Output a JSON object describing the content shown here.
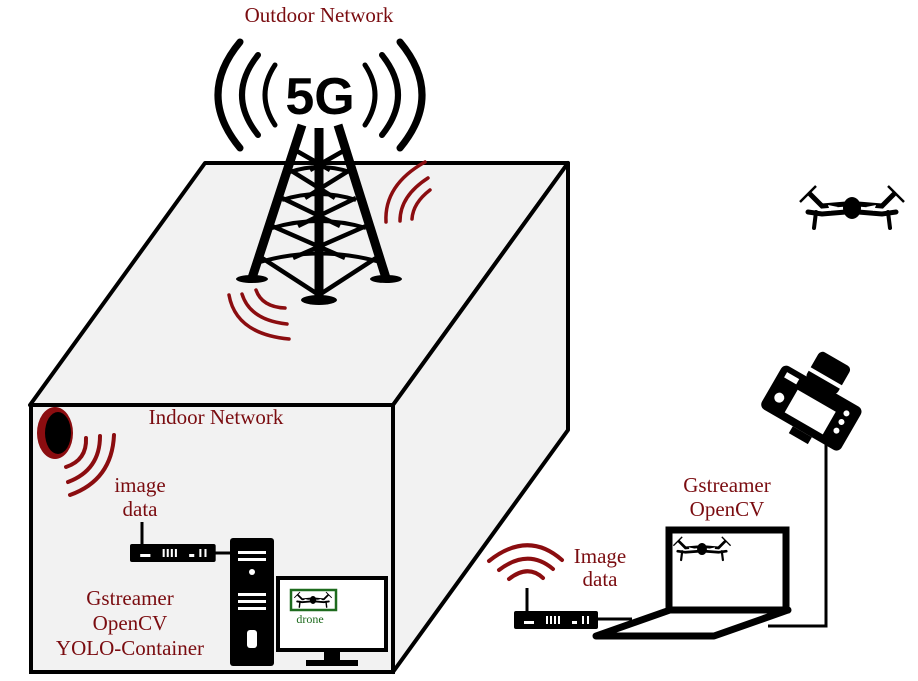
{
  "diagram": {
    "title": "5G outdoor / indoor drone detection network",
    "colors": {
      "label": "#7a0c10",
      "wave": "#8b0d10",
      "box_fill": "#f2f2f2",
      "outline": "#000000",
      "detection_box": "#1e6b1e"
    },
    "outdoor": {
      "label": "Outdoor Network",
      "tower_badge": "5G",
      "tower_icon": "cell-tower-icon"
    },
    "indoor": {
      "label": "Indoor Network",
      "camera_icon": "webcam-icon",
      "signal_label_line1": "image",
      "signal_label_line2": "data",
      "router_icon": "router-icon",
      "computer_icon": "desktop-tower-icon",
      "software_line1": "Gstreamer",
      "software_line2": "OpenCV",
      "software_line3": "YOLO-Container",
      "monitor": {
        "detection_label": "drone",
        "icon": "drone-icon"
      }
    },
    "field": {
      "drone_icon": "drone-icon",
      "camera_icon": "camera-icon",
      "router_icon": "wifi-router-icon",
      "signal_label_line1": "Image",
      "signal_label_line2": "data",
      "laptop_icon": "laptop-icon",
      "software_line1": "Gstreamer",
      "software_line2": "OpenCV"
    }
  }
}
